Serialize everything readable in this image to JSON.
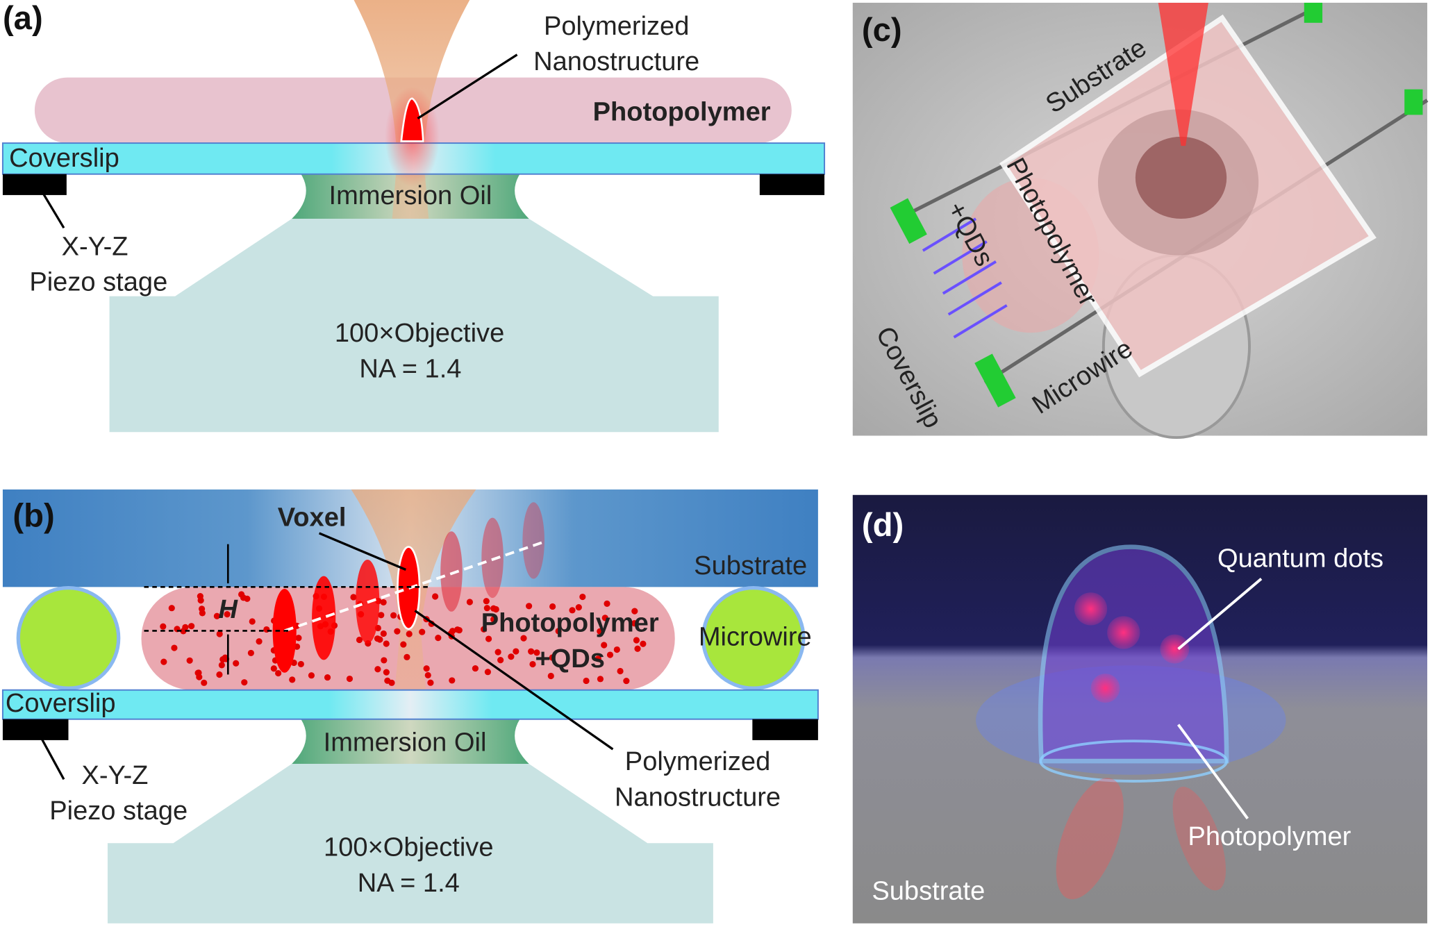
{
  "panel_a": {
    "label": "(a)",
    "polymerized_line1": "Polymerized",
    "polymerized_line2": "Nanostructure",
    "photopolymer": "Photopolymer",
    "coverslip": "Coverslip",
    "immersion_oil": "Immersion Oil",
    "stage_line1": "X-Y-Z",
    "stage_line2": "Piezo stage",
    "objective_line1": "100×Objective",
    "objective_line2": "NA = 1.4"
  },
  "panel_b": {
    "label": "(b)",
    "voxel": "Voxel",
    "substrate": "Substrate",
    "height_symbol": "H",
    "photopolymer_line1": "Photopolymer",
    "photopolymer_line2": "+QDs",
    "microwire": "Microwire",
    "coverslip": "Coverslip",
    "immersion_oil": "Immersion Oil",
    "polymerized_line1": "Polymerized",
    "polymerized_line2": "Nanostructure",
    "stage_line1": "X-Y-Z",
    "stage_line2": "Piezo stage",
    "objective_line1": "100×Objective",
    "objective_line2": "NA = 1.4"
  },
  "panel_c": {
    "label": "(c)",
    "substrate": "Substrate",
    "photopolymer_line1": "Photopolymer",
    "photopolymer_line2": "+QDs",
    "microwire": "Microwire",
    "coverslip": "Coverslip"
  },
  "panel_d": {
    "label": "(d)",
    "quantum_dots": "Quantum dots",
    "photopolymer": "Photopolymer",
    "substrate": "Substrate"
  },
  "colors": {
    "photopolymer": "#e8c3cf",
    "coverslip": "#6fe9f2",
    "oil": "#5fb58a",
    "objective": "#c9e3e3",
    "substrate": "#3f80c2",
    "microwire": "#a8e63c",
    "voxel": "#ff1010"
  }
}
